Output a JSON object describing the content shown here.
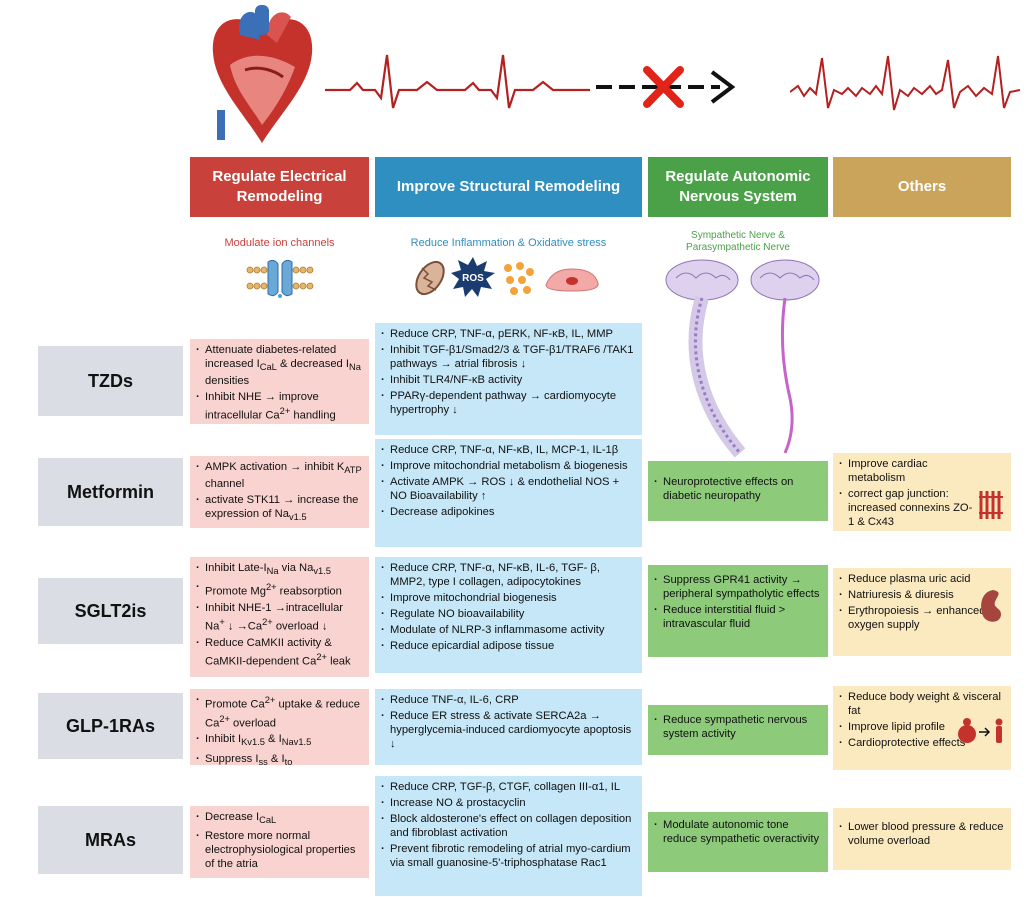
{
  "columns": [
    {
      "title": "Regulate Electrical Remodeling",
      "subtitle": "Modulate ion channels",
      "color": "#c8413a"
    },
    {
      "title": "Improve Structural Remodeling",
      "subtitle": "Reduce Inflammation & Oxidative stress",
      "color": "#2e8fc0"
    },
    {
      "title": "Regulate Autonomic Nervous System",
      "subtitle": "Sympathetic Nerve & Parasympathetic Nerve",
      "color": "#4aa148"
    },
    {
      "title": "Others",
      "subtitle": "",
      "color": "#c9a45a"
    }
  ],
  "icons": {
    "ros_label": "ROS"
  },
  "rows": [
    {
      "drug": "TZDs",
      "electrical": [
        "Attenuate diabetes-related increased I<sub>CaL</sub> &amp; decreased I<sub>Na</sub> densities",
        "Inhibit NHE → improve intracellular Ca<sup>2+</sup> handling"
      ],
      "structural": [
        "Reduce CRP, TNF-α, pERK, NF-κB, IL, MMP",
        "Inhibit TGF-β1/Smad2/3 &amp; TGF-β1/TRAF6 /TAK1 pathways → atrial fibrosis ↓",
        "Inhibit TLR4/NF-κB activity",
        "PPARγ-dependent pathway → cardiomyocyte hypertrophy ↓"
      ],
      "autonomic": [],
      "others": []
    },
    {
      "drug": "Metformin",
      "electrical": [
        "AMPK activation → inhibit K<sub>ATP</sub> channel",
        "activate STK11 → increase the expression of Na<sub>v1.5</sub>"
      ],
      "structural": [
        "Reduce CRP, TNF-α, NF-κB, IL, MCP-1, IL-1β",
        "Improve mitochondrial metabolism &amp; biogenesis",
        "Activate AMPK → ROS ↓ &amp; endothelial NOS + NO Bioavailability ↑",
        "Decrease adipokines"
      ],
      "autonomic": [
        "Neuroprotective effects on diabetic neuropathy"
      ],
      "others": [
        "Improve cardiac metabolism",
        "correct gap junction: increased connexins ZO-1 &amp; Cx43"
      ]
    },
    {
      "drug": "SGLT2is",
      "electrical": [
        "Inhibit Late-I<sub>Na</sub> via Na<sub>v1.5</sub>",
        "Promote Mg<sup>2+</sup> reabsorption",
        "Inhibit NHE-1 →intracellular Na<sup>+</sup> ↓ →Ca<sup>2+</sup> overload ↓",
        "Reduce CaMKII activity &amp; CaMKII-dependent Ca<sup>2+</sup> leak"
      ],
      "structural": [
        "Reduce CRP, TNF-α, NF-κB, IL-6, TGF- β, MMP2, type I collagen, adipocytokines",
        "Improve mitochondrial biogenesis",
        "Regulate NO bioavailability",
        "Modulate of NLRP-3 inflammasome activity",
        "Reduce epicardial adipose tissue"
      ],
      "autonomic": [
        "Suppress GPR41 activity → peripheral sympatholytic effects",
        "Reduce interstitial fluid &gt; intravascular fluid"
      ],
      "others": [
        "Reduce plasma uric acid",
        "Natriuresis &amp; diuresis",
        "Erythropoiesis → enhanced oxygen supply"
      ]
    },
    {
      "drug": "GLP-1RAs",
      "electrical": [
        "Promote Ca<sup>2+</sup> uptake &amp; reduce Ca<sup>2+</sup> overload",
        "Inhibit I<sub>Kv1.5</sub> &amp; I<sub>Nav1.5</sub>",
        "Suppress I<sub>ss</sub> &amp; I<sub>to</sub>"
      ],
      "structural": [
        "Reduce TNF-α, IL-6, CRP",
        "Reduce ER stress &amp; activate SERCA2a → hyperglycemia-induced cardiomyocyte apoptosis ↓"
      ],
      "autonomic": [
        "Reduce sympathetic nervous system activity"
      ],
      "others": [
        "Reduce body weight &amp; visceral fat",
        "Improve lipid profile",
        "Cardioprotective effects"
      ]
    },
    {
      "drug": "MRAs",
      "electrical": [
        "Decrease I<sub>CaL</sub>",
        "Restore more normal electrophysiological properties of the atria"
      ],
      "structural": [
        "Reduce CRP, TGF-β, CTGF, collagen III-α1, IL",
        "Increase NO &amp; prostacyclin",
        "Block aldosterone's effect on collagen deposition and fibroblast activation",
        "Prevent fibrotic remodeling of atrial myo-cardium via small guanosine-5'-triphosphatase Rac1"
      ],
      "autonomic": [
        "Modulate autonomic tone reduce sympathetic overactivity"
      ],
      "others": [
        "Lower blood pressure &amp; reduce volume overload"
      ]
    }
  ]
}
